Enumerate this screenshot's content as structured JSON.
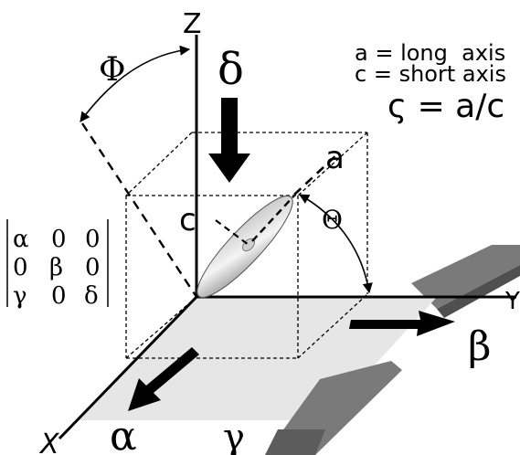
{
  "axes": {
    "z": "Z",
    "x": "X",
    "y": "Y"
  },
  "angles": {
    "phi": "Φ",
    "theta": "Θ"
  },
  "strain_labels": {
    "delta": "δ",
    "alpha": "α",
    "beta": "β",
    "gamma": "γ"
  },
  "ellipsoid_labels": {
    "long_axis": "a",
    "short_axis": "c"
  },
  "legend": {
    "line1": "a = long  axis",
    "line2": "c = short axis",
    "line3": "ς = a/c"
  },
  "matrix": {
    "rows": [
      [
        "α",
        "0",
        "0"
      ],
      [
        "0",
        "β",
        "0"
      ],
      [
        "γ",
        "0",
        "δ"
      ]
    ]
  },
  "colors": {
    "ink": "#000000",
    "plate": "#e6e6e6",
    "shear_band": "#707070"
  }
}
